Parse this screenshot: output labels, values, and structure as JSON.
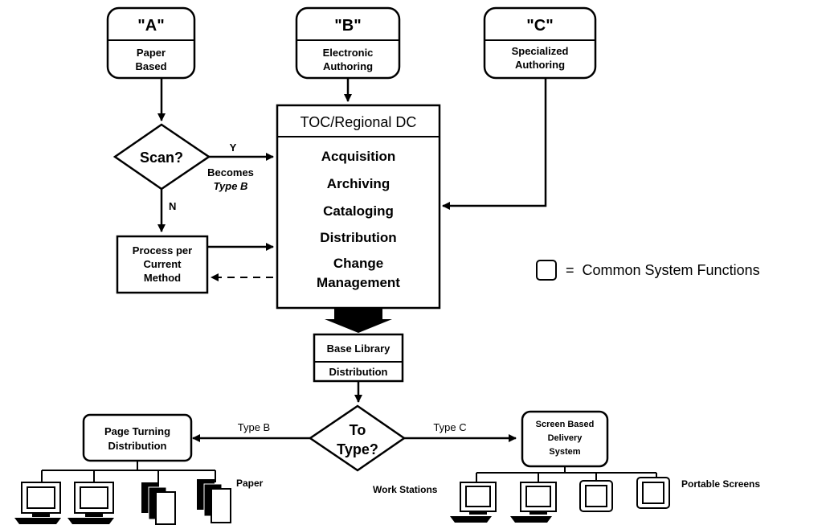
{
  "sources": {
    "a": {
      "title": "\"A\"",
      "line1": "Paper",
      "line2": "Based"
    },
    "b": {
      "title": "\"B\"",
      "line1": "Electronic",
      "line2": "Authoring"
    },
    "c": {
      "title": "\"C\"",
      "line1": "Specialized",
      "line2": "Authoring"
    }
  },
  "scan_decision": {
    "label": "Scan?",
    "yes": "Y",
    "no": "N",
    "becomes1": "Becomes",
    "becomes2": "Type B"
  },
  "process_box": {
    "line1": "Process per",
    "line2": "Current",
    "line3": "Method"
  },
  "central": {
    "title": "TOC/Regional DC",
    "items": [
      "Acquisition",
      "Archiving",
      "Cataloging",
      "Distribution",
      "Change",
      "Management"
    ]
  },
  "legend": {
    "text": "=  Common System Functions"
  },
  "base_library": {
    "line1": "Base Library",
    "line2": "Distribution"
  },
  "type_decision": {
    "line1": "To",
    "line2": "Type?",
    "left_label": "Type B",
    "right_label": "Type C"
  },
  "page_turning": {
    "line1": "Page Turning",
    "line2": "Distribution"
  },
  "screen_based": {
    "line1": "Screen Based",
    "line2": "Delivery",
    "line3": "System"
  },
  "outputs": {
    "paper": "Paper",
    "work_stations": "Work Stations",
    "portable_screens": "Portable Screens"
  },
  "icons": [
    "computer-icon",
    "paper-stack-icon",
    "workstation-icon",
    "portable-screen-icon"
  ]
}
